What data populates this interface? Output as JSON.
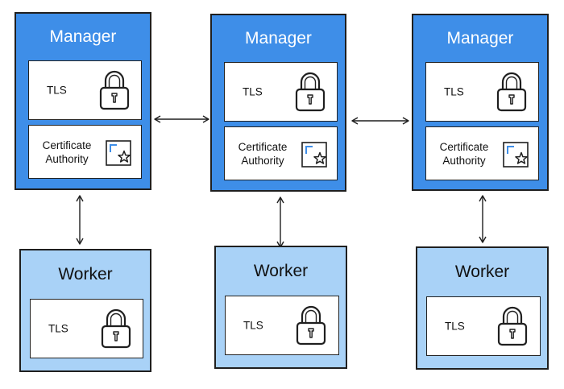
{
  "managers": [
    {
      "title": "Manager",
      "tls_label": "TLS",
      "ca_label": "Certificate Authority"
    },
    {
      "title": "Manager",
      "tls_label": "TLS",
      "ca_label": "Certificate Authority"
    },
    {
      "title": "Manager",
      "tls_label": "TLS",
      "ca_label": "Certificate Authority"
    }
  ],
  "workers": [
    {
      "title": "Worker",
      "tls_label": "TLS"
    },
    {
      "title": "Worker",
      "tls_label": "TLS"
    },
    {
      "title": "Worker",
      "tls_label": "TLS"
    }
  ],
  "icons": {
    "tls": "padlock-icon",
    "ca": "certificate-icon"
  },
  "colors": {
    "manager_fill": "#3e8ee8",
    "worker_fill": "#a9d2f7",
    "panel_fill": "#ffffff",
    "stroke": "#1f1f1f"
  }
}
